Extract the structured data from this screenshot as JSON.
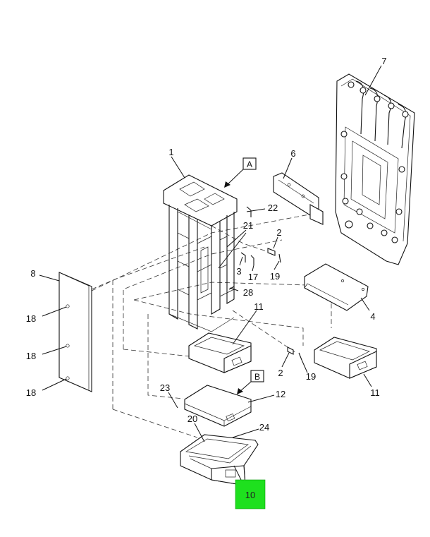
{
  "callouts": {
    "c1": "1",
    "c2a": "2",
    "c2b": "2",
    "c3": "3",
    "c4": "4",
    "c6": "6",
    "c7": "7",
    "c8": "8",
    "c10": "10",
    "c11a": "11",
    "c11b": "11",
    "c12": "12",
    "c17": "17",
    "c18a": "18",
    "c18b": "18",
    "c18c": "18",
    "c19a": "19",
    "c19b": "19",
    "c20": "20",
    "c21": "21",
    "c22": "22",
    "c23": "23",
    "c24": "24",
    "c28": "28"
  },
  "view_labels": {
    "a": "A",
    "b": "B"
  },
  "colors": {
    "highlight": "#1ee01e",
    "line": "#111111"
  }
}
